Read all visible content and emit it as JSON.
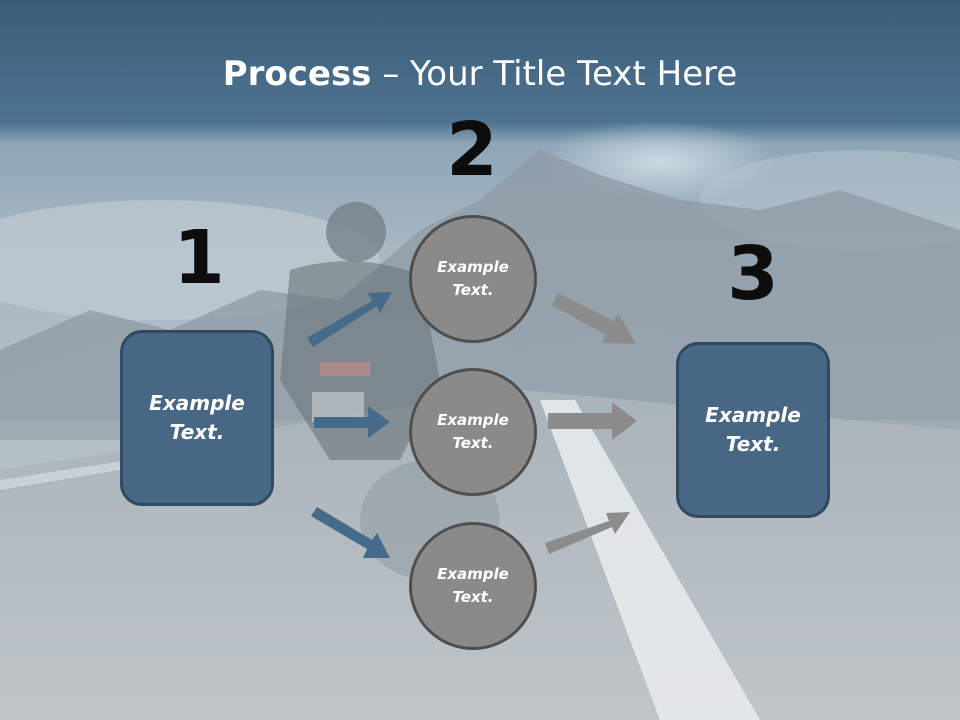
{
  "title": {
    "bold": "Process",
    "rest": " – Your Title Text Here"
  },
  "steps": {
    "one": "1",
    "two": "2",
    "three": "3"
  },
  "left_box": "Example Text.",
  "right_box": "Example Text.",
  "circles": [
    "Example Text.",
    "Example Text.",
    "Example Text."
  ],
  "colors": {
    "header_band": "#3f6684",
    "box_fill": "#476785",
    "circle_fill": "#8a8a8a",
    "blue_arrow": "#466a8a",
    "gray_arrow": "#8c8c8c"
  }
}
